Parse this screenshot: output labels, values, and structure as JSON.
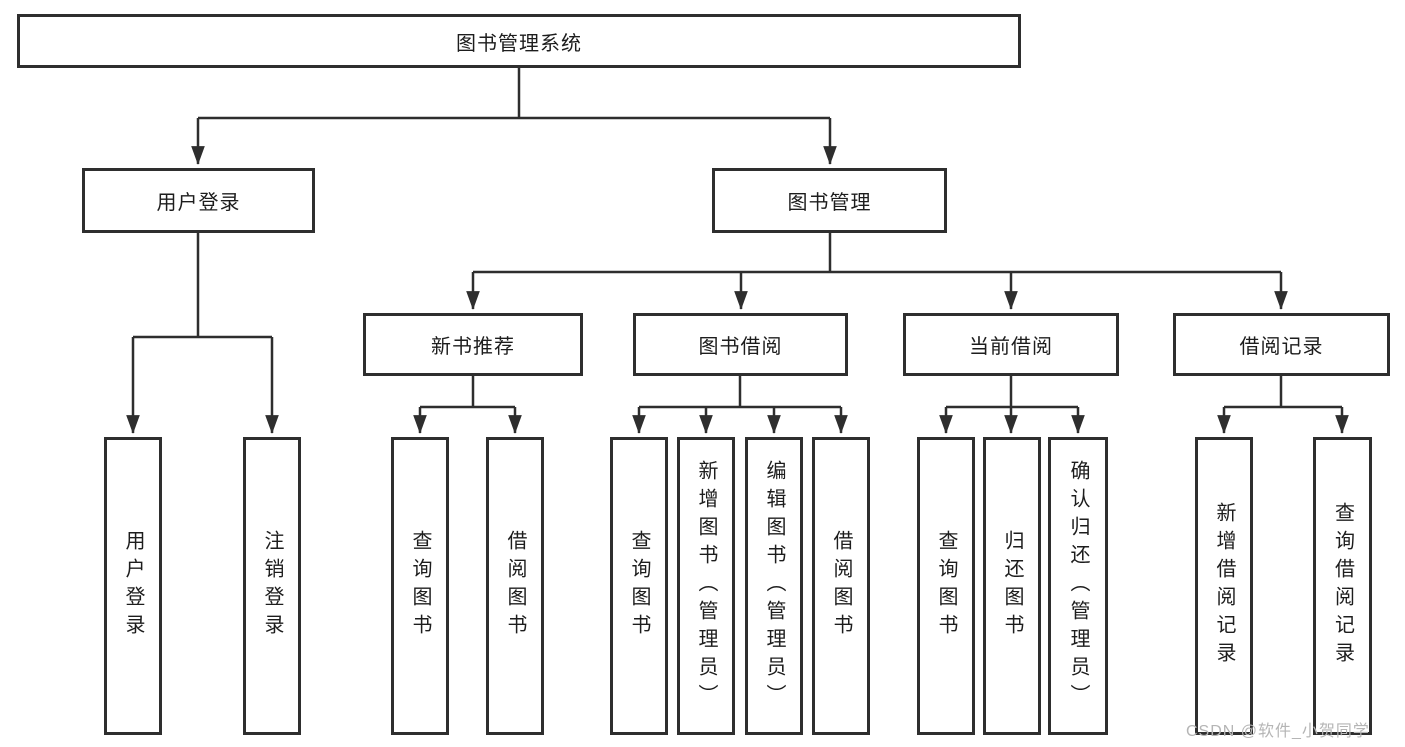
{
  "tree": {
    "root": {
      "label": "图书管理系统"
    },
    "children": [
      {
        "label": "用户登录",
        "children": [
          {
            "label": "用户登录"
          },
          {
            "label": "注销登录"
          }
        ]
      },
      {
        "label": "图书管理",
        "children": [
          {
            "label": "新书推荐",
            "children": [
              {
                "label": "查询图书"
              },
              {
                "label": "借阅图书"
              }
            ]
          },
          {
            "label": "图书借阅",
            "children": [
              {
                "label": "查询图书"
              },
              {
                "label": "新增图书（管理员）"
              },
              {
                "label": "编辑图书（管理员）"
              },
              {
                "label": "借阅图书"
              }
            ]
          },
          {
            "label": "当前借阅",
            "children": [
              {
                "label": "查询图书"
              },
              {
                "label": "归还图书"
              },
              {
                "label": "确认归还（管理员）"
              }
            ]
          },
          {
            "label": "借阅记录",
            "children": [
              {
                "label": "新增借阅记录"
              },
              {
                "label": "查询借阅记录"
              }
            ]
          }
        ]
      }
    ]
  },
  "watermark": {
    "text": "CSDN @软件_小贺同学"
  },
  "colors": {
    "line": "#2e2e2e",
    "text": "#1d1d1d",
    "watermark": "#b5b5b5",
    "background": "#ffffff"
  }
}
